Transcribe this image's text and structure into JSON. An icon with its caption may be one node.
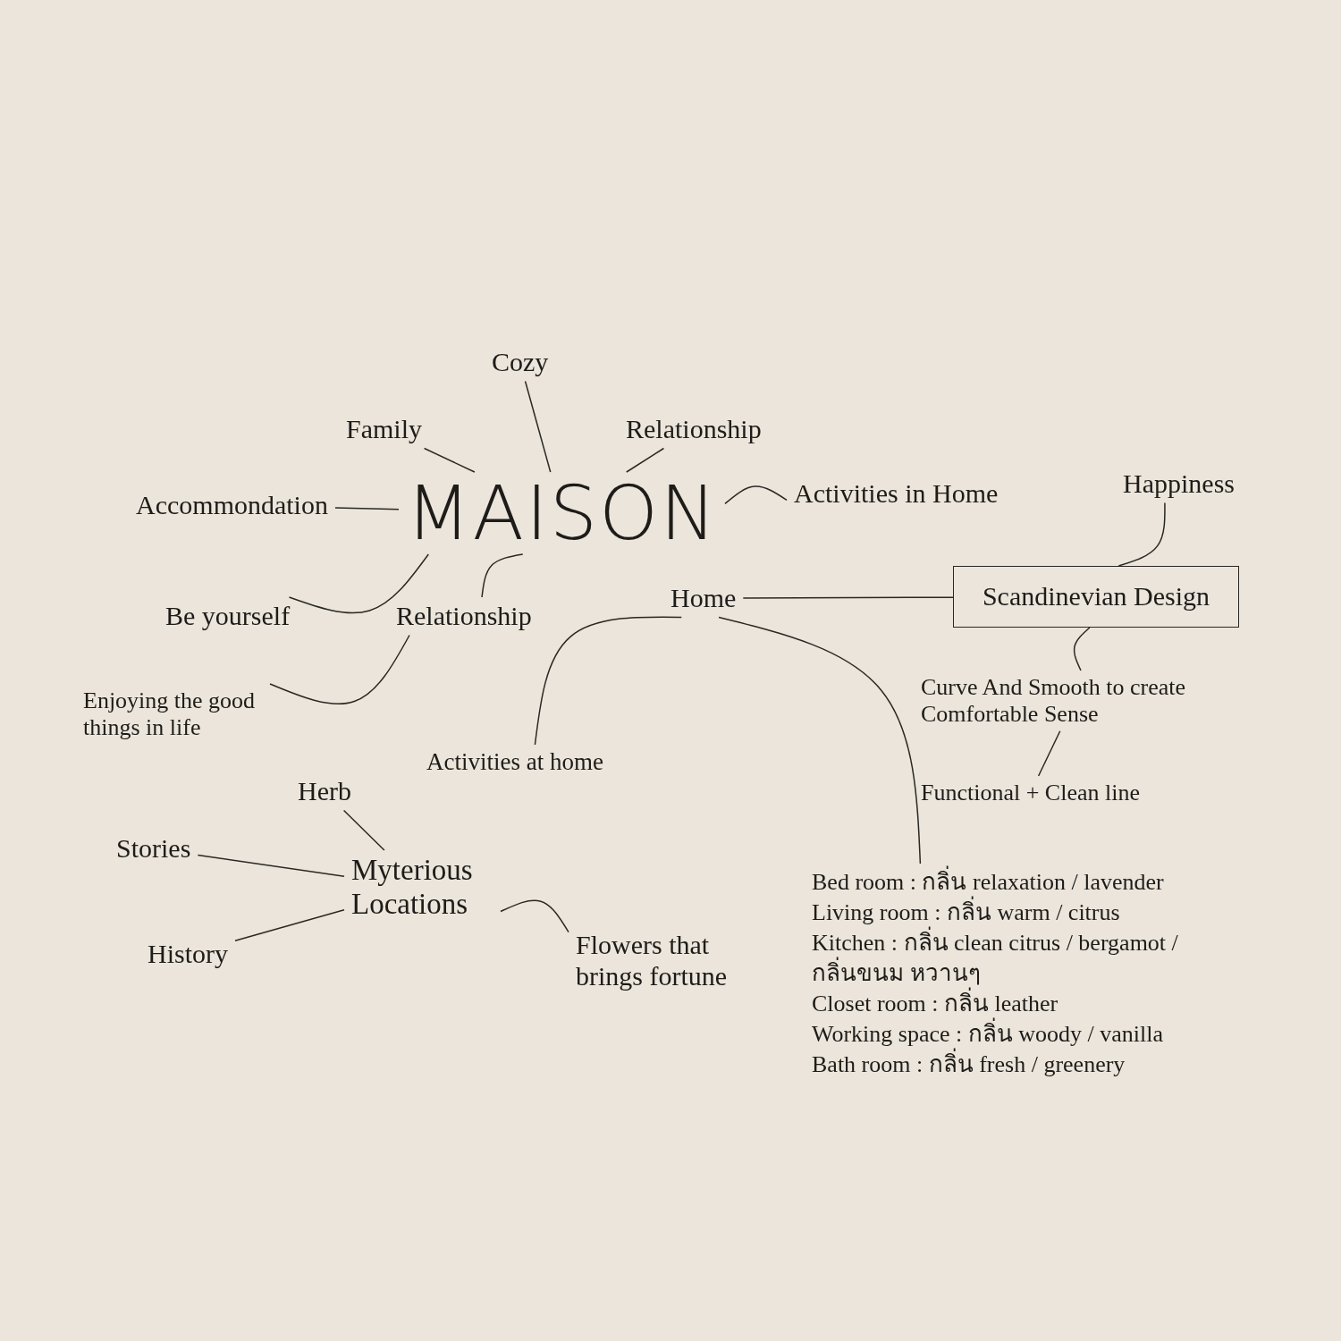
{
  "diagram": {
    "nodes": [
      {
        "text": [
          "Cozy"
        ]
      },
      {
        "text": [
          "Family"
        ]
      },
      {
        "text": [
          "Relationship"
        ]
      },
      {
        "text": [
          "Accommondation"
        ]
      },
      {
        "text": [
          "MAISON"
        ]
      },
      {
        "text": [
          "Activities in Home"
        ]
      },
      {
        "text": [
          "Happiness"
        ]
      },
      {
        "text": [
          "Scandinevian Design"
        ]
      },
      {
        "text": [
          "Be yourself"
        ]
      },
      {
        "text": [
          "Relationship"
        ]
      },
      {
        "text": [
          "Home"
        ]
      },
      {
        "text": [
          "Curve And Smooth to create Comfortable Sense"
        ]
      },
      {
        "text": [
          "Enjoying the good things in life"
        ]
      },
      {
        "text": [
          "Activities at home"
        ]
      },
      {
        "text": [
          "Herb"
        ]
      },
      {
        "text": [
          "Functional + Clean line"
        ]
      },
      {
        "text": [
          "Stories"
        ]
      },
      {
        "text": [
          "Myterious Locations"
        ]
      },
      {
        "text": [
          "History"
        ]
      },
      {
        "text": [
          "Flowers that brings fortune"
        ]
      },
      {
        "text": [
          "Bed room  : กลิ่น relaxation / lavender",
          "Living room : กลิ่น warm / citrus",
          "Kitchen : กลิ่น clean citrus / bergamot / กลิ่นขนม หวานๆ",
          "Closet room : กลิ่น leather",
          "Working space : กลิ่น woody / vanilla",
          "Bath room : กลิ่น fresh / greenery"
        ]
      }
    ],
    "edges": [
      {
        "from": 0,
        "to": 4,
        "arrow": "none"
      },
      {
        "from": 1,
        "to": 4,
        "arrow": "none"
      },
      {
        "from": 2,
        "to": 4,
        "arrow": "none"
      },
      {
        "from": 3,
        "to": 4,
        "arrow": "none"
      },
      {
        "from": 4,
        "to": 5,
        "arrow": "none"
      },
      {
        "from": 4,
        "to": 8,
        "arrow": "none"
      },
      {
        "from": 4,
        "to": 9,
        "arrow": "none"
      },
      {
        "from": 9,
        "to": 12,
        "arrow": "none"
      },
      {
        "from": 10,
        "to": 7,
        "arrow": "none"
      },
      {
        "from": 7,
        "to": 6,
        "arrow": "none"
      },
      {
        "from": 7,
        "to": 11,
        "arrow": "none"
      },
      {
        "from": 11,
        "to": 15,
        "arrow": "none"
      },
      {
        "from": 10,
        "to": 13,
        "arrow": "none"
      },
      {
        "from": 10,
        "to": 20,
        "arrow": "none"
      },
      {
        "from": 14,
        "to": 17,
        "arrow": "none"
      },
      {
        "from": 16,
        "to": 17,
        "arrow": "none"
      },
      {
        "from": 18,
        "to": 17,
        "arrow": "none"
      },
      {
        "from": 17,
        "to": 19,
        "arrow": "none"
      }
    ]
  }
}
